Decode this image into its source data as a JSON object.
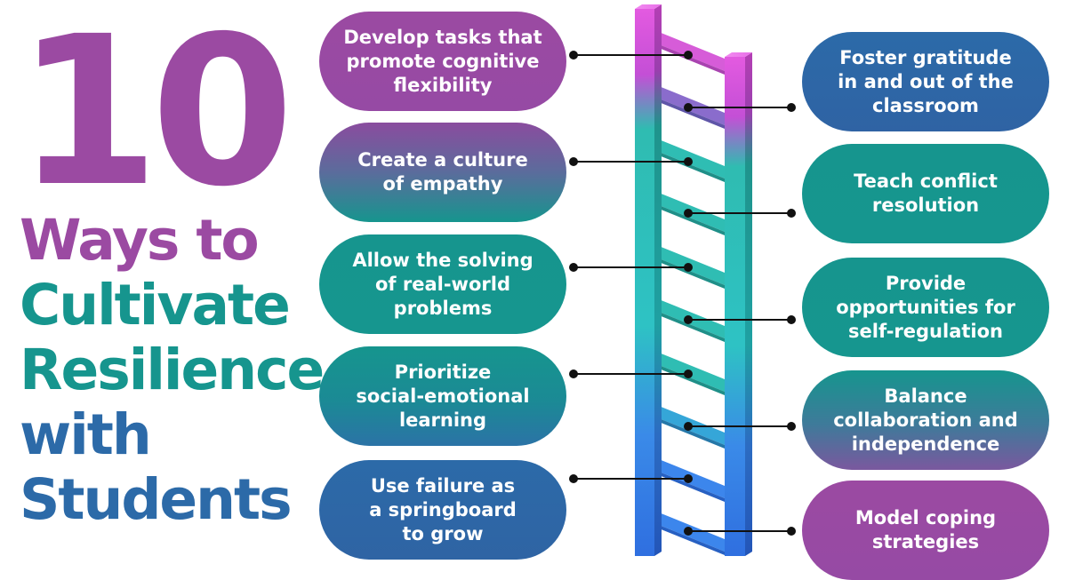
{
  "title": {
    "number": "10",
    "lines": [
      "Ways to",
      "Cultivate",
      "Resilience",
      "with",
      "Students"
    ]
  },
  "colors": {
    "purple": "#9b4aa2",
    "teal": "#16958e",
    "blue": "#2c6aa8",
    "ladder_top": "#e24fdc",
    "ladder_mid": "#2cb9b0",
    "ladder_bottom": "#2f7ff0"
  },
  "left_items": [
    {
      "lines": [
        "Develop tasks that",
        "promote cognitive",
        "flexibility"
      ]
    },
    {
      "lines": [
        "Create a culture",
        "of empathy"
      ]
    },
    {
      "lines": [
        "Allow the solving",
        "of real-world",
        "problems"
      ]
    },
    {
      "lines": [
        "Prioritize",
        "social-emotional",
        "learning"
      ]
    },
    {
      "lines": [
        "Use failure as",
        "a springboard",
        "to grow"
      ]
    }
  ],
  "right_items": [
    {
      "lines": [
        "Foster gratitude",
        "in and out of the",
        "classroom"
      ]
    },
    {
      "lines": [
        "Teach conflict",
        "resolution"
      ]
    },
    {
      "lines": [
        "Provide",
        "opportunities for",
        "self-regulation"
      ]
    },
    {
      "lines": [
        "Balance",
        "collaboration and",
        "independence"
      ]
    },
    {
      "lines": [
        "Model coping",
        "strategies"
      ]
    }
  ]
}
